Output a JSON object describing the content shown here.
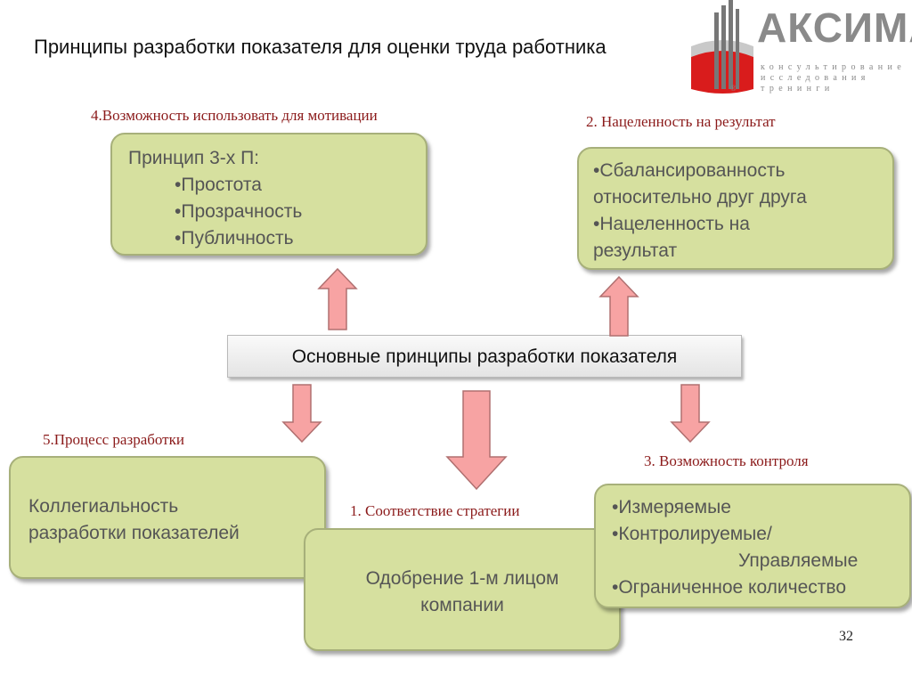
{
  "title": "Принципы разработки показателя для оценки труда работника",
  "logo": {
    "name": "АКСИМА",
    "lines": [
      "консультирование",
      "исследования",
      "тренинги"
    ],
    "reg": "®"
  },
  "center": {
    "label": "Основные принципы разработки показателя"
  },
  "captions": {
    "motivation": "4.Возможность использовать для мотивации",
    "result": "2. Нацеленность на результат",
    "process": "5.Процесс разработки",
    "strategy": "1. Соответствие стратегии",
    "control": "3. Возможность контроля"
  },
  "boxes": {
    "motivation": {
      "heading": "Принцип 3-х П:",
      "items": [
        "•Простота",
        "•Прозрачность",
        "•Публичность"
      ]
    },
    "result": {
      "lines": [
        "•Сбалансированность",
        "относительно друг друга",
        "•Нацеленность на",
        "результат"
      ]
    },
    "process": {
      "lines": [
        "Коллегиальность",
        "разработки показателей"
      ]
    },
    "strategy": {
      "lines": [
        "Одобрение 1-м лицом",
        "компании"
      ]
    },
    "control": {
      "lines": [
        "•Измеряемые",
        "•Контролируемые/",
        "Управляемые",
        "•Ограниченное количество"
      ]
    }
  },
  "colors": {
    "box_fill": "#d6e09f",
    "arrow_fill": "#f7a3a3",
    "caption": "#8b1a1a"
  },
  "page_number": "32"
}
